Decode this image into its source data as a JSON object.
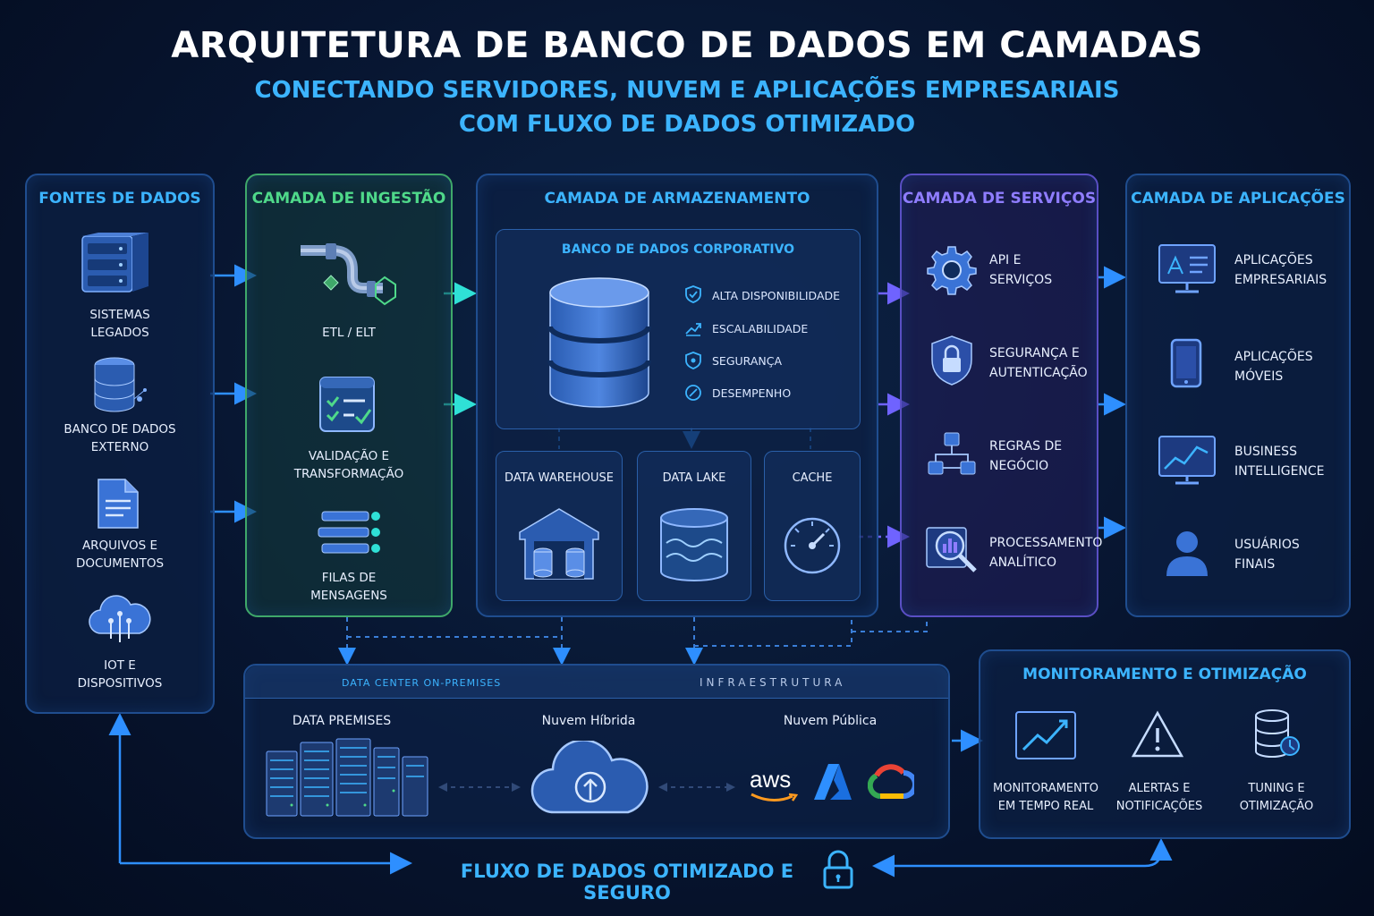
{
  "header": {
    "title": "ARQUITETURA DE BANCO DE DADOS EM CAMADAS",
    "subtitle_line1": "CONECTANDO SERVIDORES, NUVEM E APLICAÇÕES EMPRESARIAIS",
    "subtitle_line2": "COM FLUXO DE DADOS OTIMIZADO"
  },
  "sources": {
    "title": "FONTES DE DADOS",
    "items": [
      {
        "label": "SISTEMAS\nLEGADOS",
        "icon": "server-icon"
      },
      {
        "label": "BANCO DE DADOS\nEXTERNO",
        "icon": "database-icon"
      },
      {
        "label": "ARQUIVOS E\nDOCUMENTOS",
        "icon": "document-icon"
      },
      {
        "label": "IOT E\nDISPOSITIVOS",
        "icon": "iot-cloud-icon"
      }
    ]
  },
  "ingestion": {
    "title": "CAMADA DE INGESTÃO",
    "items": [
      {
        "label": "ETL / ELT",
        "icon": "pipeline-icon"
      },
      {
        "label": "VALIDAÇÃO E\nTRANSFORMAÇÃO",
        "icon": "checklist-icon"
      },
      {
        "label": "FILAS DE\nMENSAGENS",
        "icon": "queue-icon"
      }
    ]
  },
  "storage": {
    "title": "CAMADA DE ARMAZENAMENTO",
    "corporate": {
      "title": "BANCO DE DADOS CORPORATIVO",
      "features": [
        {
          "label": "ALTA DISPONIBILIDADE",
          "icon": "shield-check-icon"
        },
        {
          "label": "ESCALABILIDADE",
          "icon": "trend-up-icon"
        },
        {
          "label": "SEGURANÇA",
          "icon": "shield-icon"
        },
        {
          "label": "DESEMPENHO",
          "icon": "gauge-icon"
        }
      ]
    },
    "subsystems": [
      {
        "label": "DATA WAREHOUSE",
        "icon": "warehouse-icon"
      },
      {
        "label": "DATA LAKE",
        "icon": "lake-icon"
      },
      {
        "label": "CACHE",
        "icon": "speedometer-icon"
      }
    ]
  },
  "services": {
    "title": "CAMADA DE SERVIÇOS",
    "items": [
      {
        "label": "API E\nSERVIÇOS",
        "icon": "gear-icon"
      },
      {
        "label": "SEGURANÇA E\nAUTENTICAÇÃO",
        "icon": "lock-shield-icon"
      },
      {
        "label": "REGRAS DE\nNEGÓCIO",
        "icon": "flow-icon"
      },
      {
        "label": "PROCESSAMENTO\nANALÍTICO",
        "icon": "analytics-icon"
      }
    ]
  },
  "applications": {
    "title": "CAMADA DE APLICAÇÕES",
    "items": [
      {
        "label": "APLICAÇÕES\nEMPRESARIAIS",
        "icon": "monitor-icon"
      },
      {
        "label": "APLICAÇÕES\nMÓVEIS",
        "icon": "mobile-icon"
      },
      {
        "label": "BUSINESS\nINTELLIGENCE",
        "icon": "chart-monitor-icon"
      },
      {
        "label": "USUÁRIOS\nFINAIS",
        "icon": "user-icon"
      }
    ]
  },
  "infrastructure": {
    "header_left": "DATA CENTER ON-PREMISES",
    "header_right": "INFRAESTRUTURA",
    "items": [
      {
        "label": "DATA PREMISES",
        "icon": "rack-icon"
      },
      {
        "label": "Nuvem Híbrida",
        "icon": "hybrid-cloud-icon"
      },
      {
        "label": "Nuvem Pública",
        "icon": "public-cloud-icon"
      }
    ],
    "providers": [
      "aws"
    ]
  },
  "monitoring": {
    "title": "MONITORAMENTO E OTIMIZAÇÃO",
    "items": [
      {
        "label": "MONITORAMENTO\nEM TEMPO REAL",
        "icon": "line-chart-icon"
      },
      {
        "label": "ALERTAS E\nNOTIFICAÇÕES",
        "icon": "warning-icon"
      },
      {
        "label": "TUNING E\nOTIMIZAÇÃO",
        "icon": "db-tuning-icon"
      }
    ]
  },
  "footer": {
    "label": "FLUXO DE DADOS OTIMIZADO E SEGURO",
    "icon": "padlock-icon"
  },
  "colors": {
    "cyan": "#3cb4ff",
    "green": "#4fd98a",
    "purple": "#8f7dff",
    "teal": "#2fe0d6",
    "blue_border": "#1f4d8f"
  }
}
